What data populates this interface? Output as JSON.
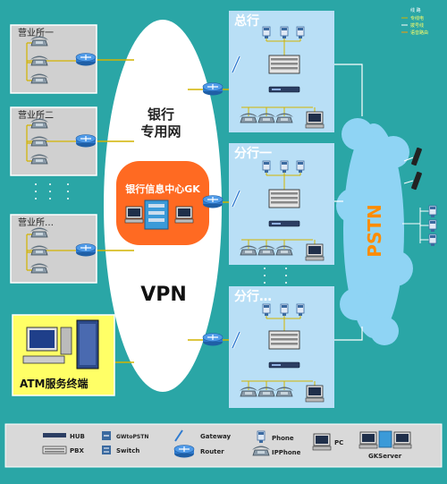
{
  "colors": {
    "background": "#2aa6a6",
    "panel": "#b9dff6",
    "office_panel": "#d0d0d0",
    "atm_panel": "#ffff66",
    "link_yellow": "#d2b400",
    "link_white": "#ffffff",
    "cloud": "#8fd4f4",
    "pstn_text": "#ff8c00",
    "title_text": "#ffffff"
  },
  "corner_legend": {
    "lines": [
      "线 路",
      "专线电",
      "拨号线",
      "语音路由"
    ]
  },
  "offices": [
    {
      "label": "营业所一"
    },
    {
      "label": "营业所二"
    },
    {
      "label": "营业所…"
    }
  ],
  "branches": [
    {
      "label": "总行"
    },
    {
      "label": "分行一"
    },
    {
      "label": "分行…"
    }
  ],
  "vpn": {
    "network_label_line1": "银行",
    "network_label_line2": "专用网",
    "center_label": "银行信息中心GK",
    "big_label": "VPN"
  },
  "pstn_label": "PSTN",
  "atm_label": "ATM服务终端",
  "legend": [
    {
      "icon": "hub-icon",
      "label": "HUB"
    },
    {
      "icon": "pbx-icon",
      "label": "PBX"
    },
    {
      "icon": "gw-to-pstn-icon",
      "label": "GWtoPSTN"
    },
    {
      "icon": "switch-icon",
      "label": "Switch"
    },
    {
      "icon": "gateway-icon",
      "label": "Gateway"
    },
    {
      "icon": "router-icon",
      "label": "Router"
    },
    {
      "icon": "phone-icon",
      "label": "Phone"
    },
    {
      "icon": "ip-phone-icon",
      "label": "IPPhone"
    },
    {
      "icon": "pc-icon",
      "label": "PC"
    },
    {
      "icon": "gk-server-icon",
      "label": "GKServer"
    }
  ]
}
